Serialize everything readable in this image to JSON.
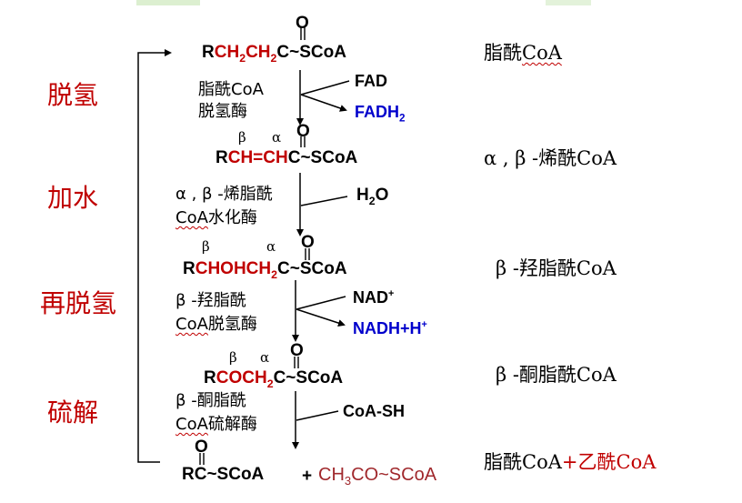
{
  "steps": {
    "s1": "脱氢",
    "s2": "加水",
    "s3": "再脱氢",
    "s4": "硫解"
  },
  "compounds": {
    "c1": {
      "r": "R",
      "mid": "CH",
      "sub1": "2",
      "mid2": "CH",
      "sub2": "2",
      "c": "C",
      "tail": "~SCoA",
      "o": "O"
    },
    "c2": {
      "r": "R",
      "mid": "CH=CH",
      "c": "C",
      "tail": "~SCoA",
      "o": "O",
      "beta": "β",
      "alpha": "α"
    },
    "c3": {
      "r": "R",
      "mid": "CHOHCH",
      "sub": "2",
      "c": "C",
      "tail": "~SCoA",
      "o": "O",
      "beta": "β",
      "alpha": "α"
    },
    "c4": {
      "r": "R",
      "mid": "COCH",
      "sub": "2",
      "c": "C",
      "tail": "~SCoA",
      "o": "O",
      "beta": "β",
      "alpha": "α"
    },
    "c5": {
      "r": "RC",
      "tail": "~SCoA",
      "o": "O",
      "plus": "+",
      "acetyl": "CH",
      "acetyl_sub": "3",
      "acetyl_tail": "CO~SCoA"
    }
  },
  "enzymes": {
    "e1a": "脂酰CoA",
    "e1b": "脱氢酶",
    "e2a": "α , β -烯脂酰",
    "e2b_coa": "CoA",
    "e2b": "水化酶",
    "e3a": "β -羟脂酰",
    "e3b_coa": "CoA",
    "e3b": "脱氢酶",
    "e4a": "β -酮脂酰",
    "e4b_coa": "CoA",
    "e4b": "硫解酶"
  },
  "side": {
    "fad": "FAD",
    "fadh": "FADH",
    "fadh_sub": "2",
    "h2o_h": "H",
    "h2o_sub": "2",
    "h2o_o": "O",
    "nad": "NAD",
    "nad_sup": "+",
    "nadh": "NADH+H",
    "nadh_sup": "+",
    "coash": "CoA-SH"
  },
  "names": {
    "n1_a": "脂酰",
    "n1_b": "CoA",
    "n2_a": "α , β -烯酰",
    "n2_b": "CoA",
    "n3_a": "β -羟脂酰",
    "n3_b": "CoA",
    "n4_a": "β -酮脂酰",
    "n4_b": "CoA",
    "n5_a": "脂酰",
    "n5_b": "CoA",
    "n5_plus": "+",
    "n5_c": "乙酰",
    "n5_d": "CoA"
  },
  "colors": {
    "step": "#c00000",
    "reduced": "#0000cc",
    "highlight": "#c00000",
    "acetyl": "#a0282c"
  }
}
